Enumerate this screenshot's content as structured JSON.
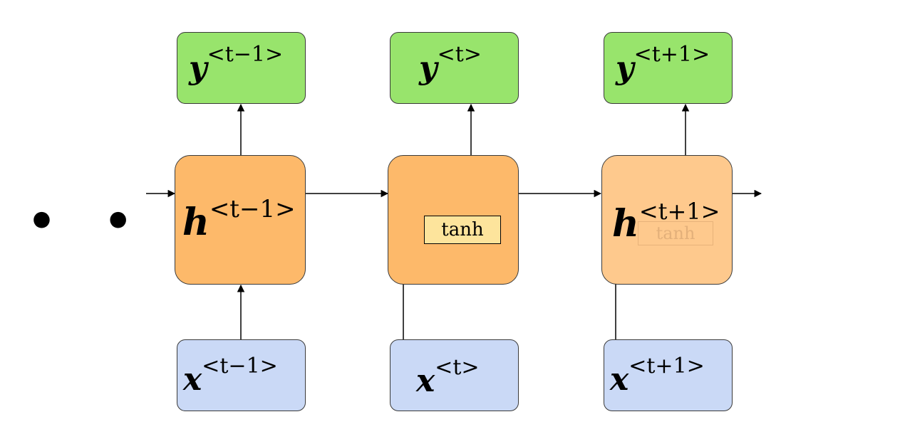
{
  "ellipsis": "• • •",
  "cells": [
    {
      "output_var": "y",
      "output_sup": "<t−1>",
      "hidden_var": "h",
      "hidden_sup": "<t−1>",
      "input_var": "x",
      "input_sup": "<t−1>"
    },
    {
      "output_var": "y",
      "output_sup": "<t>",
      "hidden_activation": "tanh",
      "input_var": "x",
      "input_sup": "<t>"
    },
    {
      "output_var": "y",
      "output_sup": "<t+1>",
      "hidden_var": "h",
      "hidden_sup": "<t+1>",
      "hidden_activation": "tanh",
      "input_var": "x",
      "input_sup": "<t+1>"
    }
  ],
  "colors": {
    "output": "#98e46c",
    "hidden": "#fdb96a",
    "input": "#cad9f6",
    "activation": "#fde49c"
  }
}
